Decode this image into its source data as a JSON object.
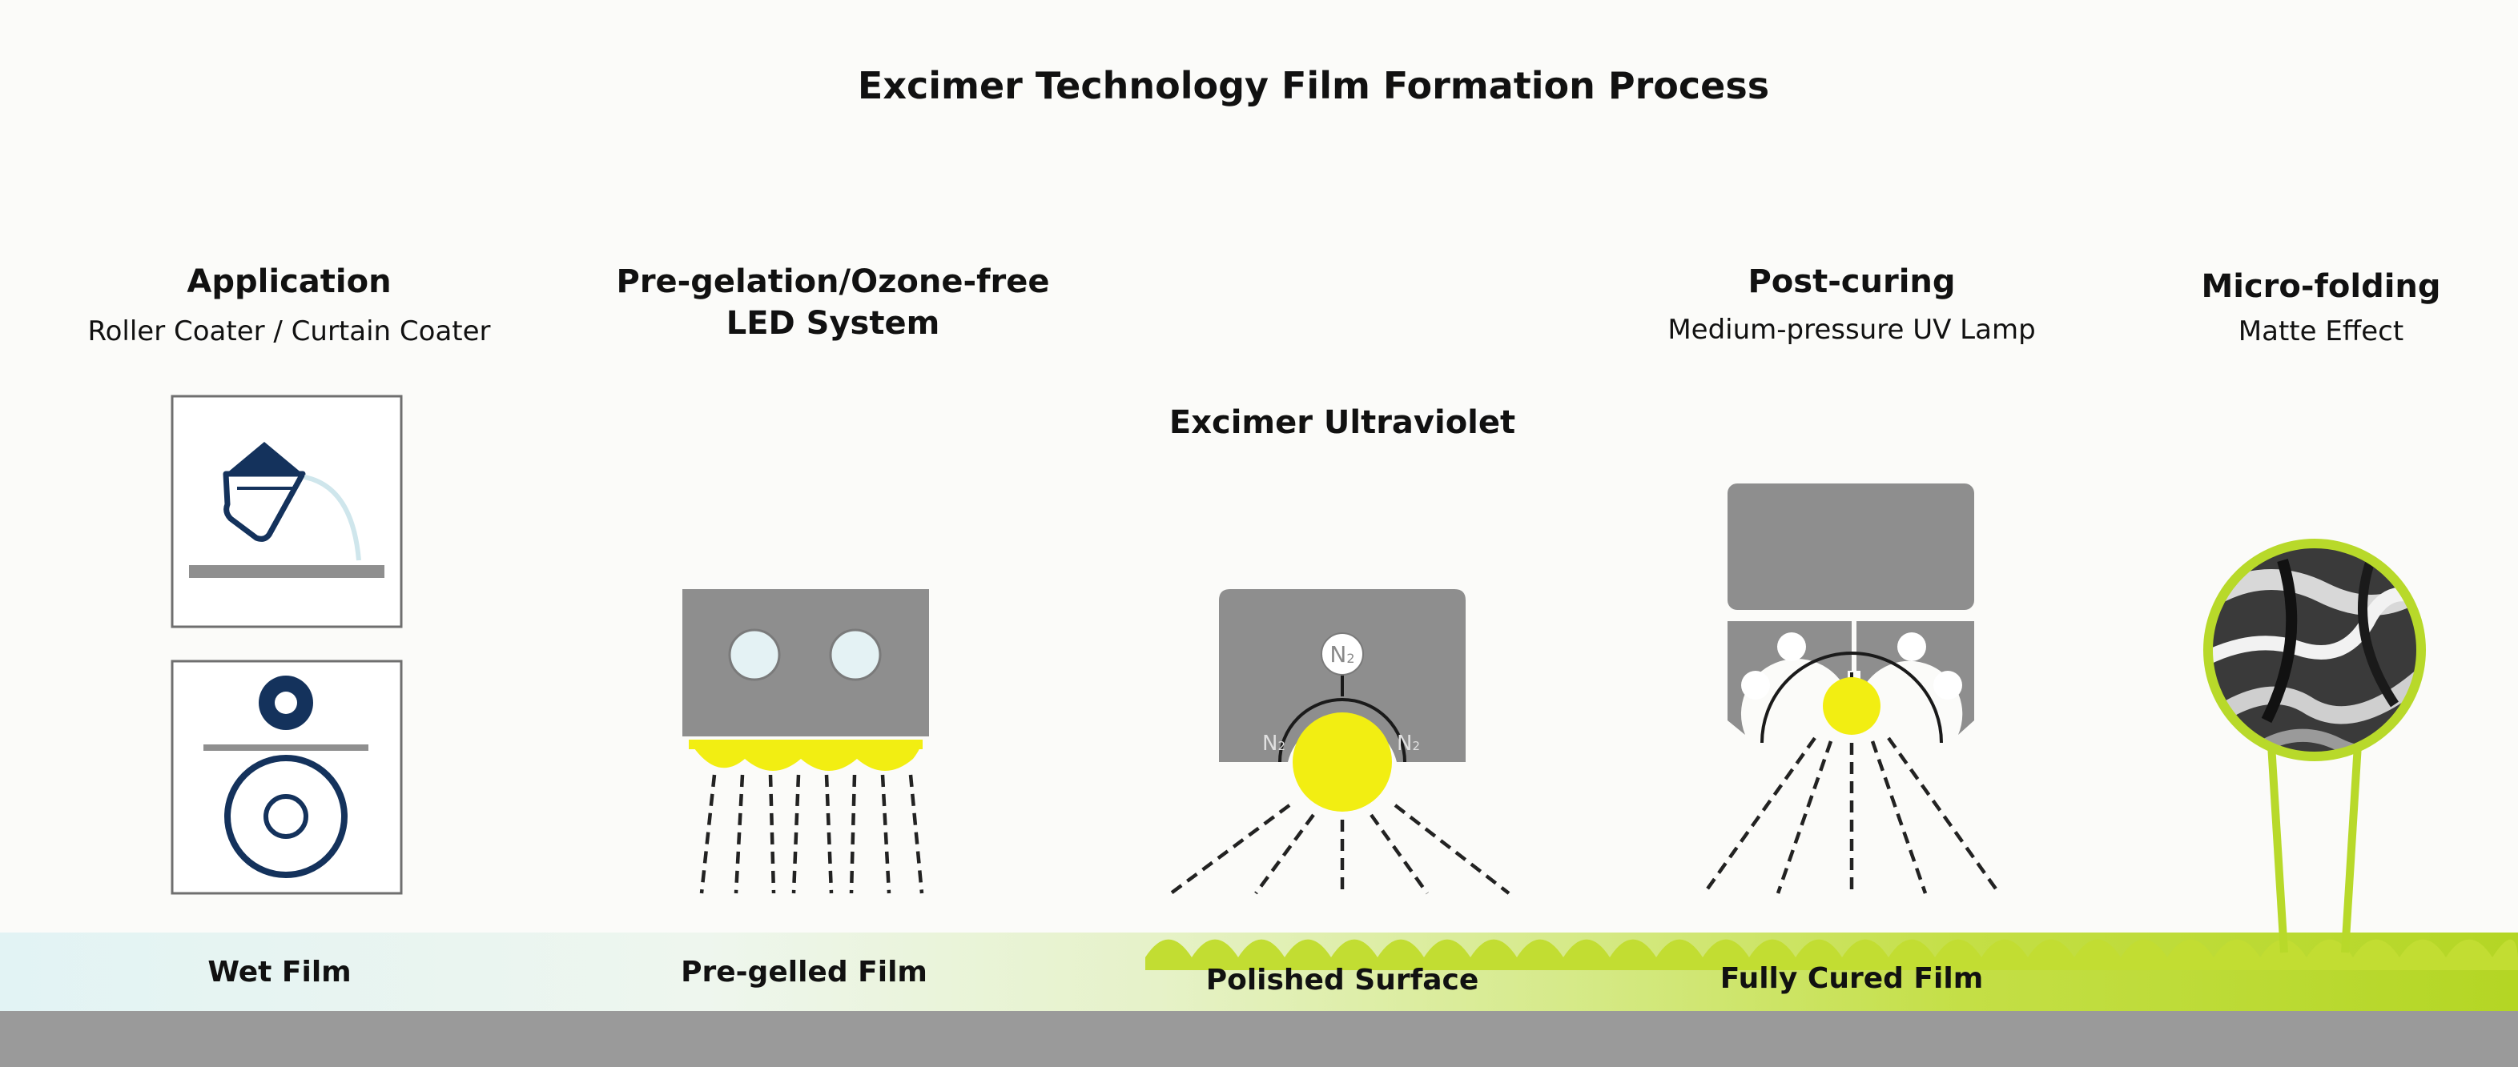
{
  "title": "Excimer Technology Film Formation Process",
  "steps": [
    {
      "title": "Application",
      "subtitle": "Roller Coater / Curtain Coater"
    },
    {
      "title_line1": "Pre-gelation/Ozone-free",
      "title_line2": "LED System"
    },
    {
      "title": "Excimer Ultraviolet"
    },
    {
      "title": "Post-curing",
      "subtitle": "Medium-pressure UV Lamp"
    },
    {
      "title": "Micro-folding",
      "subtitle": "Matte Effect"
    }
  ],
  "film_labels": [
    "Wet Film",
    "Pre-gelled Film",
    "Polished Surface",
    "Fully Cured Film"
  ],
  "gas_label": "N",
  "gas_subscript": "2",
  "colors": {
    "background": "#fbfbf9",
    "uv_yellow": "#f2ee12",
    "lime_film": "#b8d92a",
    "wet_film": "#dff1f3",
    "lamp_gray": "#8e8e8e",
    "coater_navy": "#14325c",
    "substrate_gray": "#9a9a9a"
  },
  "icons": [
    "pouring-beaker-icon",
    "roller-coater-icon",
    "led-lamp-icon",
    "excimer-lamp-icon",
    "uv-lamp-icon",
    "magnifier-icon"
  ]
}
